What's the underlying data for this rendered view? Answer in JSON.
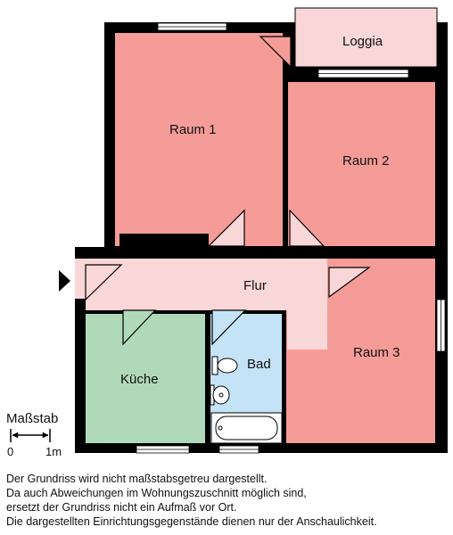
{
  "rooms": {
    "loggia": "Loggia",
    "raum1": "Raum 1",
    "raum2": "Raum 2",
    "raum3": "Raum 3",
    "flur": "Flur",
    "kueche": "Küche",
    "bad": "Bad"
  },
  "scale": {
    "title": "Maßstab",
    "start": "0",
    "end": "1m"
  },
  "notes": [
    "Der Grundriss wird nicht maßstabsgetreu dargestellt.",
    "Da auch Abweichungen im Wohnungszuschnitt möglich sind,",
    "ersetzt der Grundriss nicht ein Aufmaß vor Ort.",
    "Die dargestellten Einrichtungsgegenstände dienen nur der Anschaulichkeit."
  ],
  "colors": {
    "wall": "#000000",
    "living_room": "#f59c98",
    "corridor": "#f9d6d7",
    "kitchen": "#b0d9b9",
    "bathroom": "#c4e3f6"
  }
}
